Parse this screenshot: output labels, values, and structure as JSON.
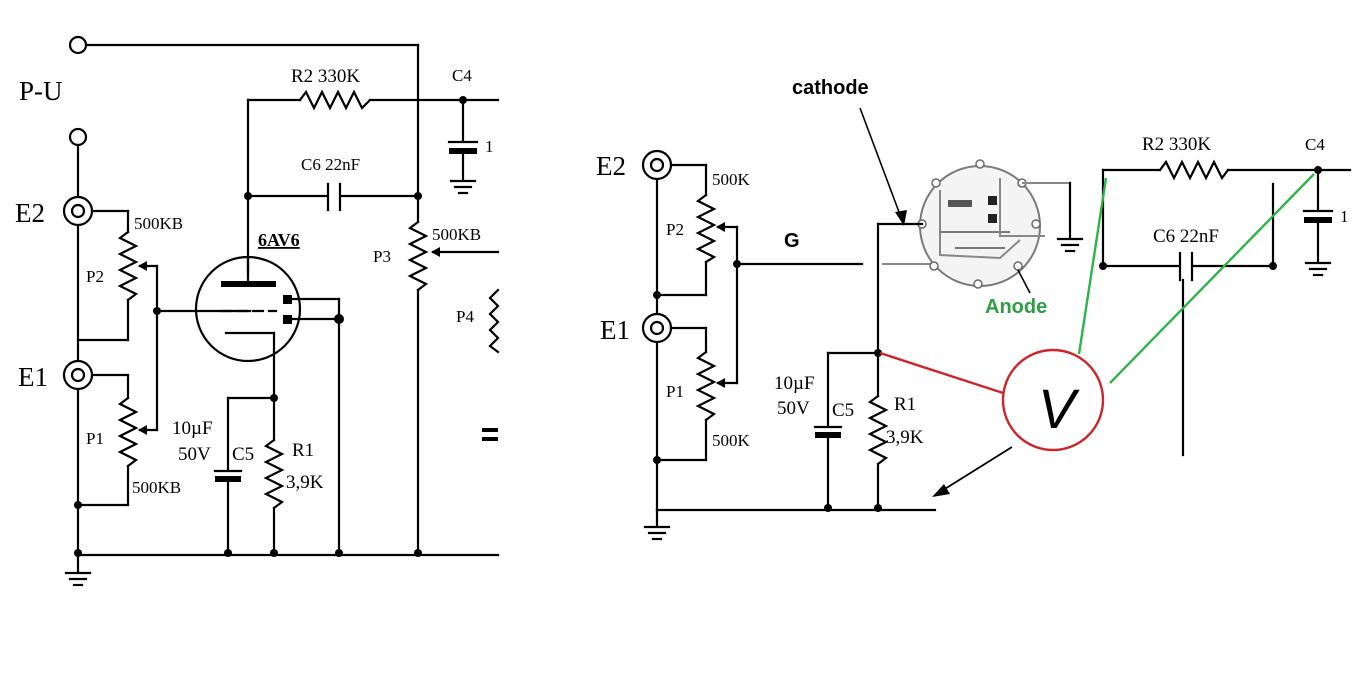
{
  "left": {
    "pu": "P-U",
    "e2": "E2",
    "e1": "E1",
    "p2": "P2",
    "p1": "P1",
    "p2_value": "500KB",
    "p1_value": "500KB",
    "r2": "R2  330K",
    "c4": "C4",
    "c4_cap": "1",
    "c6": "C6  22nF",
    "tube": "6AV6",
    "p3": "P3",
    "p3_value": "500KB",
    "p4": "P4",
    "c5_value": "10µF",
    "c5_voltage": "50V",
    "c5": "C5",
    "r1": "R1",
    "r1_value": "3,9K"
  },
  "right": {
    "e2": "E2",
    "e1": "E1",
    "p2": "P2",
    "p1": "P1",
    "p2_value": "500K",
    "p1_value": "500K",
    "g_label": "G",
    "cathode_label": "cathode",
    "anode_label": "Anode",
    "r2": "R2  330K",
    "c4": "C4",
    "c4_cap": "1",
    "c6": "C6  22nF",
    "c5_value": "10µF",
    "c5_voltage": "50V",
    "c5": "C5",
    "r1": "R1",
    "r1_value": "3,9K",
    "meter_symbol": "V"
  },
  "colors": {
    "wire": "#000000",
    "meter": "#c8282d",
    "probe_anode": "#2db34a",
    "anode_text": "#2e9e44",
    "socket": "#8c8c8c"
  }
}
